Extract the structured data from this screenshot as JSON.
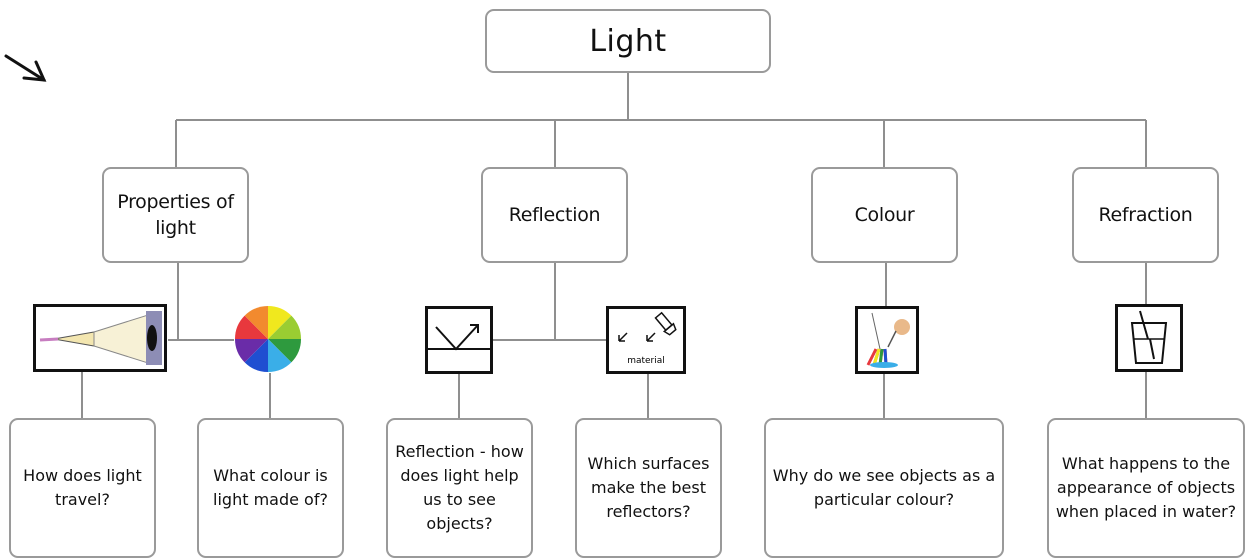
{
  "title": "Light",
  "topics": {
    "properties": "Properties of light",
    "reflection": "Reflection",
    "colour": "Colour",
    "refraction": "Refraction"
  },
  "questions": {
    "how_light_travels": "How does light travel?",
    "colours_in_light": "What colour is light made of?",
    "reflection_see": "Reflection - how does light help us to see objects?",
    "best_reflectors": "Which surfaces make the best reflectors?",
    "why_colour": "Why do we see objects as a particular colour?",
    "in_water": "What happens to the appearance of objects when placed in water?"
  },
  "icon_labels": {
    "material": "material"
  },
  "colour_wheel": [
    "#f0e81e",
    "#9acd32",
    "#2e9a3e",
    "#3aaee8",
    "#1f4fd1",
    "#6a2ca8",
    "#e8383d",
    "#f28a2e"
  ]
}
